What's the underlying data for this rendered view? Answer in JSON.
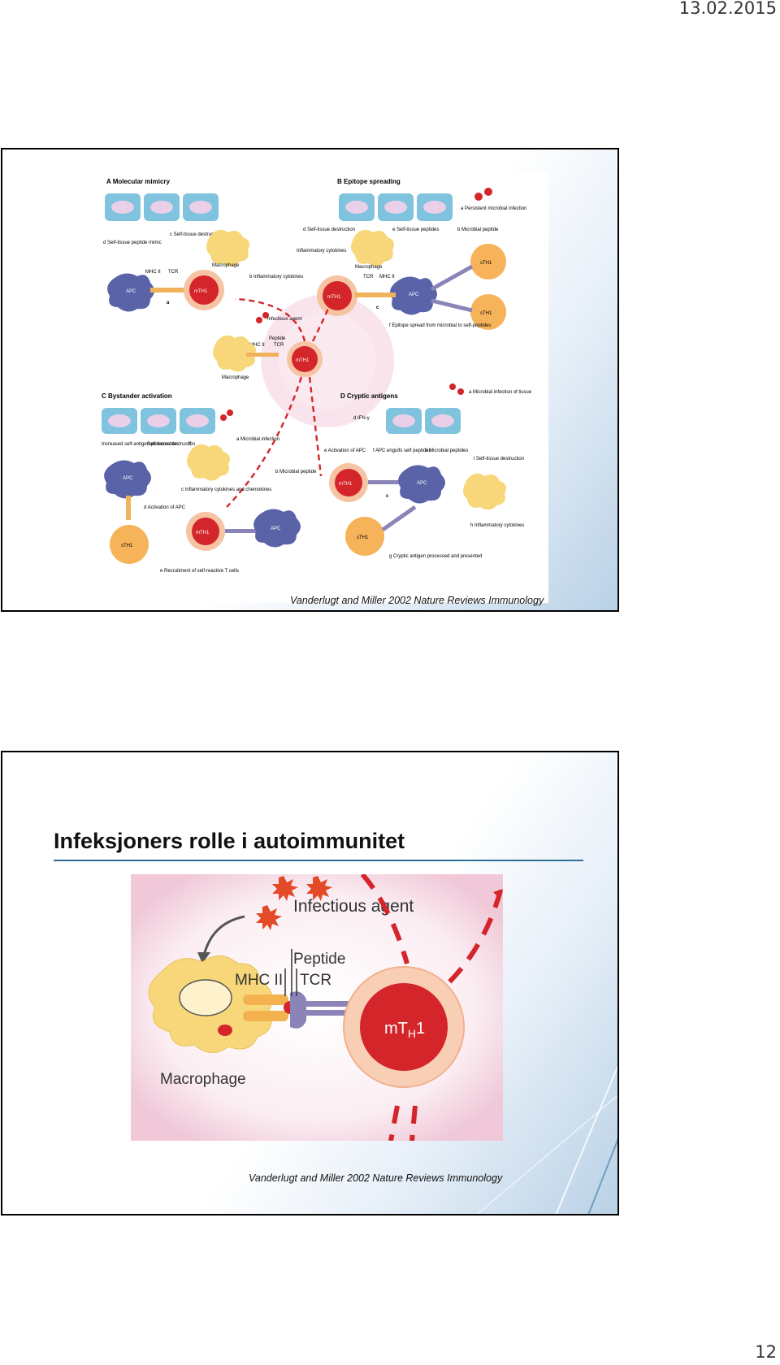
{
  "page": {
    "date": "13.02.2015",
    "number": "12"
  },
  "slide1": {
    "citation": "Vanderlugt and Miller 2002 Nature Reviews Immunology",
    "panels": {
      "a": {
        "title": "A  Molecular mimicry",
        "labels": [
          "d  Self-tissue peptide mimic",
          "c  Self-tissue destruction",
          "Macrophage",
          "MHC II",
          "TCR",
          "b  Inflammatory cytokines",
          "APC",
          "mTH1",
          "a"
        ]
      },
      "b": {
        "title": "B  Epitope spreading",
        "labels": [
          "a  Persistent microbial infection",
          "d  Self-tissue destruction",
          "e  Self-tissue peptides",
          "b  Microbial peptide",
          "Inflammatory cytokines",
          "Macrophage",
          "TCR",
          "MHC II",
          "mTH1",
          "APC",
          "c",
          "sTH1",
          "sTH1",
          "f  Epitope spread from microbial to self-peptides"
        ]
      },
      "center": {
        "labels": [
          "Infectious agent",
          "Peptide",
          "MHC II",
          "TCR",
          "mTH1",
          "Macrophage"
        ]
      },
      "c": {
        "title": "C  Bystander activation",
        "labels": [
          "Increased self-antigen presentation",
          "Self-tissue destruction",
          "f",
          "a  Microbial infection",
          "b  Microbial peptide",
          "APC",
          "c  Inflammatory cytokines and chemokines",
          "d  Activation of APC",
          "mTH1",
          "APC",
          "sTH1",
          "e  Recruitment of self-reactive T cells"
        ]
      },
      "d": {
        "title": "D  Cryptic antigens",
        "labels": [
          "a  Microbial infection of tissue",
          "d  IFN-γ",
          "e  Activation of APC",
          "f  APC engulfs self peptides",
          "b  Microbial peptides",
          "i  Self-tissue destruction",
          "mTH1",
          "APC",
          "c",
          "h  Inflammatory cytokines",
          "sTH1",
          "g  Cryptic antigen processed and presented"
        ]
      }
    }
  },
  "slide2": {
    "title": "Infeksjoners rolle i autoimmunitet",
    "citation": "Vanderlugt and Miller 2002 Nature Reviews Immunology",
    "figure": {
      "infectious_agent": "Infectious agent",
      "peptide": "Peptide",
      "mhc": "MHC II",
      "tcr": "TCR",
      "macrophage": "Macrophage",
      "tcell_main": "mT",
      "tcell_sub": "H",
      "tcell_num": "1"
    }
  },
  "colors": {
    "rule": "#2e6f99",
    "red": "#d4252a",
    "macrophage": "#f7d77a",
    "apc": "#5a63a8",
    "tcell_halo": "#f6c3a3"
  }
}
